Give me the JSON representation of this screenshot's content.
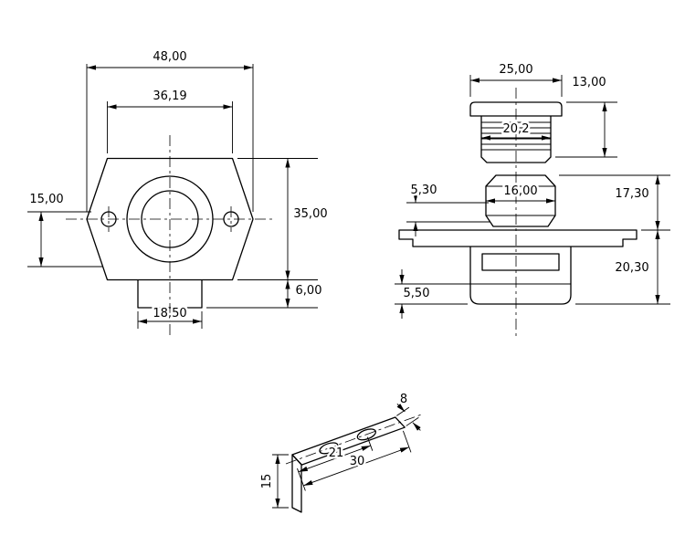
{
  "colors": {
    "background": "#ffffff",
    "ink": "#000000"
  },
  "front_view": {
    "dims": {
      "overall_width": "48,00",
      "top_width": "36,19",
      "side_height": "15,00",
      "height": "35,00",
      "tab_height": "6,00",
      "tab_width": "18,50"
    }
  },
  "side_view": {
    "dims": {
      "cap_width": "25,00",
      "cap_height": "13,00",
      "thread_width": "20,2",
      "nut_step": "5,30",
      "nut_width": "16,00",
      "upper_height": "17,30",
      "body_height": "20,30",
      "lower_step": "5,50"
    }
  },
  "bracket_view": {
    "dims": {
      "width": "8",
      "height": "15",
      "hole_distance": "21",
      "length": "30"
    }
  }
}
